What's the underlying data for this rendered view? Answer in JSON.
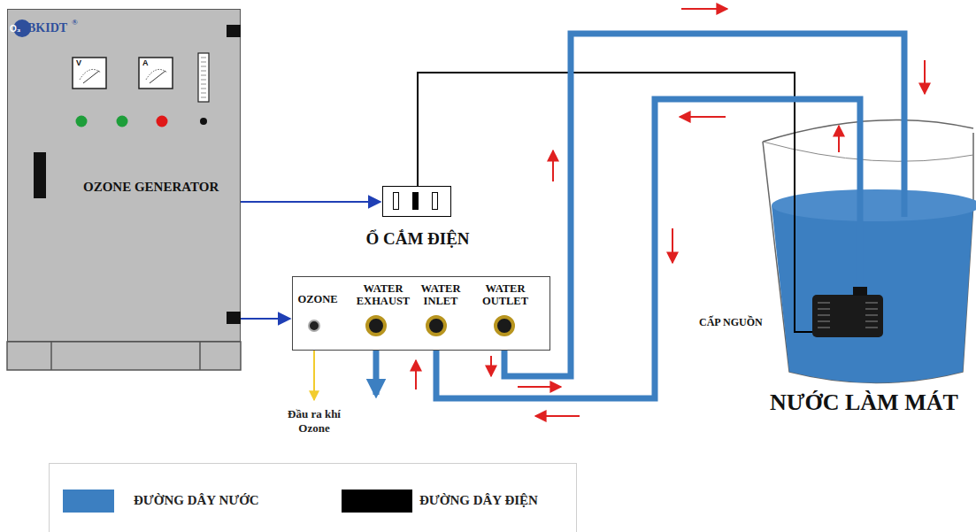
{
  "diagram": {
    "nodes": [
      {
        "text": [
          "OZONE GENERATOR"
        ]
      },
      {
        "text": [
          "Ổ CẮM ĐIỆN"
        ]
      },
      {
        "text": [
          "OZONE",
          "WATER EXHAUST",
          "WATER INLET",
          "WATER OUTLET"
        ]
      },
      {
        "text": [
          "NƯỚC LÀM MÁT"
        ]
      }
    ],
    "edges": [
      {
        "from": 0,
        "to": 1,
        "arrow": "to"
      },
      {
        "from": 0,
        "to": 2,
        "arrow": "to"
      }
    ],
    "labels": [
      "O₃",
      "BKIDT",
      "®",
      "V",
      "A",
      "Đầu ra khí Ozone",
      "CẤP NGUỒN"
    ],
    "legend": [
      {
        "text": "ĐƯỜNG DÂY NƯỚC",
        "color": "#3c7fc1"
      },
      {
        "text": "ĐƯỜNG DÂY ĐIỆN",
        "color": "#000000"
      }
    ]
  }
}
